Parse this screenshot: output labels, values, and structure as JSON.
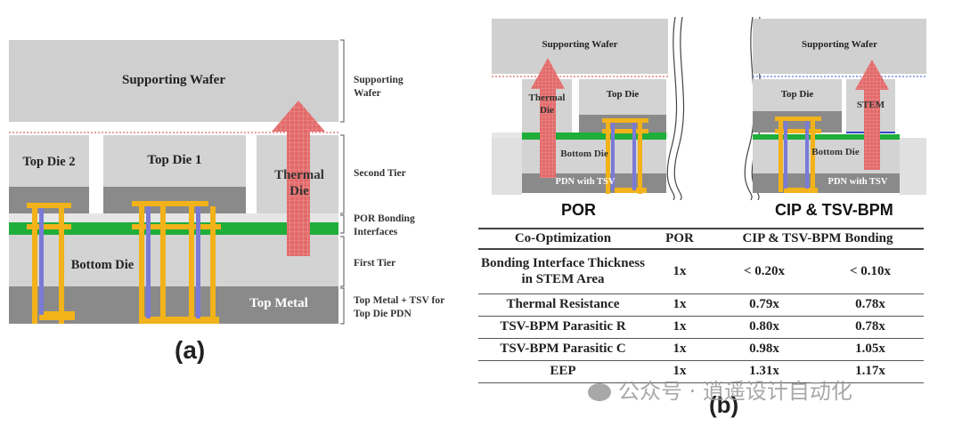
{
  "panel_a": {
    "supporting_wafer": "Supporting Wafer",
    "top_die_2": "Top Die 2",
    "top_die_1": "Top Die 1",
    "thermal_die": "Thermal Die",
    "bottom_die": "Bottom Die",
    "top_metal": "Top Metal",
    "right_labels": {
      "supporting_wafer": "Supporting Wafer",
      "second_tier": "Second Tier",
      "por_bonding": "POR Bonding Interfaces",
      "first_tier": "First Tier",
      "top_metal_tsv": "Top Metal + TSV for Top Die PDN"
    },
    "caption": "(a)"
  },
  "panel_b": {
    "por": {
      "supporting_wafer": "Supporting Wafer",
      "thermal_die": "Thermal Die",
      "top_die": "Top Die",
      "bottom_die": "Bottom Die",
      "pdn": "PDN with TSV",
      "title": "POR"
    },
    "cip": {
      "supporting_wafer": "Supporting Wafer",
      "top_die": "Top Die",
      "stem": "STEM",
      "bottom_die": "Bottom Die",
      "pdn": "PDN with TSV",
      "title": "CIP & TSV-BPM"
    },
    "caption": "(b)"
  },
  "table": {
    "headers": [
      "Co-Optimization",
      "POR",
      "CIP & TSV-BPM Bonding"
    ],
    "rows": [
      {
        "label": "Bonding Interface Thickness in STEM Area",
        "por": "1x",
        "v1": "< 0.20x",
        "v2": "< 0.10x"
      },
      {
        "label": "Thermal Resistance",
        "por": "1x",
        "v1": "0.79x",
        "v2": "0.78x"
      },
      {
        "label": "TSV-BPM Parasitic R",
        "por": "1x",
        "v1": "0.80x",
        "v2": "0.78x"
      },
      {
        "label": "TSV-BPM Parasitic C",
        "por": "1x",
        "v1": "0.98x",
        "v2": "1.05x"
      },
      {
        "label": "EEP",
        "por": "1x",
        "v1": "1.31x",
        "v2": "1.17x"
      }
    ]
  },
  "watermark": "公众号 · 逍遥设计自动化",
  "colors": {
    "light_gray": "#d3d3d3",
    "dark_gray": "#888888",
    "bonding_green": "#1fae3a",
    "tsv_orange": "#f2b21a",
    "thermal_red": "#d9534f",
    "stem_blue": "#3344cc"
  }
}
